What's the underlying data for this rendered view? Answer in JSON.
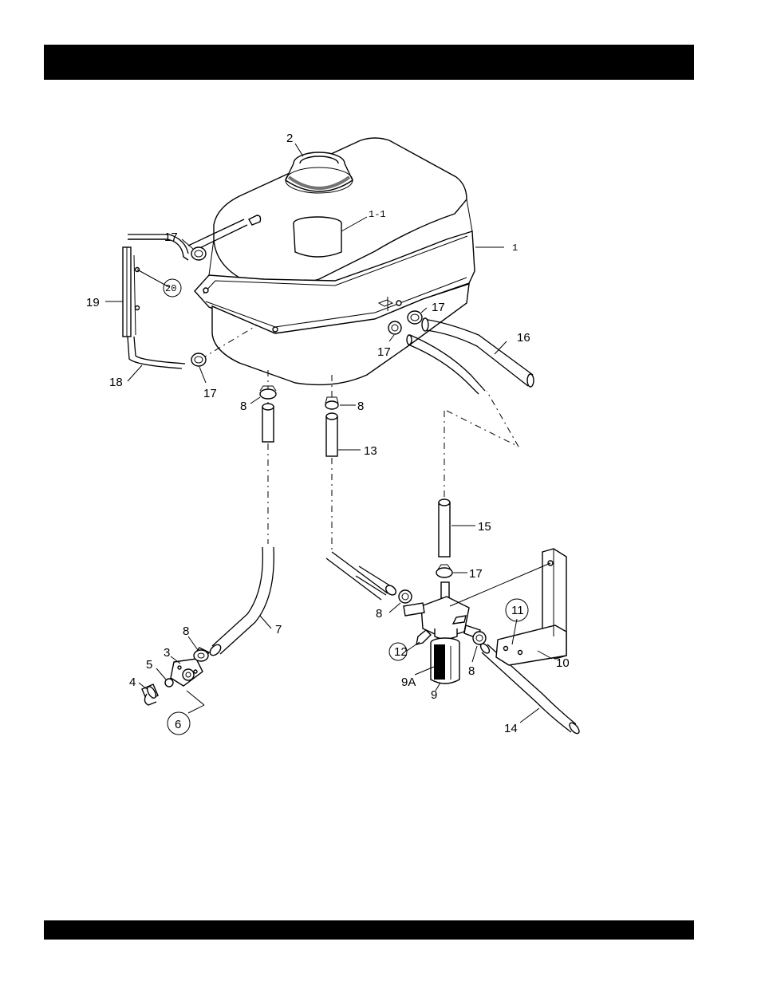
{
  "header_bar": {
    "text": ""
  },
  "footer_bar": {
    "text": ""
  },
  "callouts": [
    {
      "id": "c1",
      "text": "1",
      "circled": false
    },
    {
      "id": "c1-1",
      "text": "1-1",
      "circled": false
    },
    {
      "id": "c2",
      "text": "2",
      "circled": false
    },
    {
      "id": "c3",
      "text": "3",
      "circled": false
    },
    {
      "id": "c4",
      "text": "4",
      "circled": false
    },
    {
      "id": "c5",
      "text": "5",
      "circled": false
    },
    {
      "id": "c6",
      "text": "6",
      "circled": true
    },
    {
      "id": "c7",
      "text": "7",
      "circled": false
    },
    {
      "id": "c8a",
      "text": "8",
      "circled": false
    },
    {
      "id": "c8b",
      "text": "8",
      "circled": false
    },
    {
      "id": "c8c",
      "text": "8",
      "circled": false
    },
    {
      "id": "c8d",
      "text": "8",
      "circled": false
    },
    {
      "id": "c8e",
      "text": "8",
      "circled": false
    },
    {
      "id": "c9",
      "text": "9",
      "circled": false
    },
    {
      "id": "c9A",
      "text": "9A",
      "circled": false
    },
    {
      "id": "c10",
      "text": "10",
      "circled": false
    },
    {
      "id": "c11",
      "text": "11",
      "circled": true
    },
    {
      "id": "c12",
      "text": "12",
      "circled": true
    },
    {
      "id": "c13",
      "text": "13",
      "circled": false
    },
    {
      "id": "c14",
      "text": "14",
      "circled": false
    },
    {
      "id": "c15",
      "text": "15",
      "circled": false
    },
    {
      "id": "c16",
      "text": "16",
      "circled": false
    },
    {
      "id": "c17a",
      "text": "17",
      "circled": false
    },
    {
      "id": "c17b",
      "text": "17",
      "circled": false
    },
    {
      "id": "c17c",
      "text": "17",
      "circled": false
    },
    {
      "id": "c17d",
      "text": "17",
      "circled": false
    },
    {
      "id": "c17e",
      "text": "17",
      "circled": false
    },
    {
      "id": "c18",
      "text": "18",
      "circled": false
    },
    {
      "id": "c19",
      "text": "19",
      "circled": false
    },
    {
      "id": "c20",
      "text": "20",
      "circled": true
    }
  ]
}
